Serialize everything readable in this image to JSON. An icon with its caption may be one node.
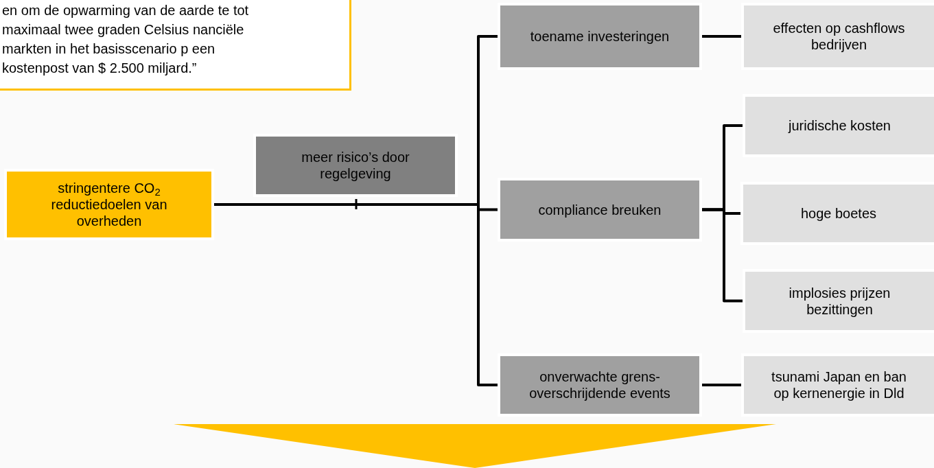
{
  "diagram": {
    "nodes": [
      {
        "text": [
          "en om de opwarming van de aarde te tot maximaal twee graden Celsius nanciële markten in het basisscenario p een kostenpost van $ 2.500 miljard.”"
        ]
      },
      {
        "text": [
          "stringentere CO$_{2}$ reductiedoelen van overheden"
        ]
      },
      {
        "text": [
          "meer risico’s door regelgeving"
        ]
      },
      {
        "text": [
          "toename investeringen"
        ]
      },
      {
        "text": [
          "compliance breuken"
        ]
      },
      {
        "text": [
          "onverwachte grens-overschrijdende events"
        ]
      },
      {
        "text": [
          "effecten op cashflows bedrijven"
        ]
      },
      {
        "text": [
          "juridische kosten"
        ]
      },
      {
        "text": [
          "hoge boetes"
        ]
      },
      {
        "text": [
          "implosies prijzen bezittingen"
        ]
      },
      {
        "text": [
          "tsunami Japan en ban op kernenergie in Dld"
        ]
      }
    ],
    "edges": [
      {
        "from": 1,
        "to": 3,
        "arrow": "none"
      },
      {
        "from": 1,
        "to": 4,
        "arrow": "none"
      },
      {
        "from": 1,
        "to": 5,
        "arrow": "none"
      },
      {
        "from": 3,
        "to": 6,
        "arrow": "none"
      },
      {
        "from": 4,
        "to": 7,
        "arrow": "none"
      },
      {
        "from": 4,
        "to": 8,
        "arrow": "none"
      },
      {
        "from": 4,
        "to": 9,
        "arrow": "none"
      },
      {
        "from": 5,
        "to": 10,
        "arrow": "none"
      }
    ]
  }
}
